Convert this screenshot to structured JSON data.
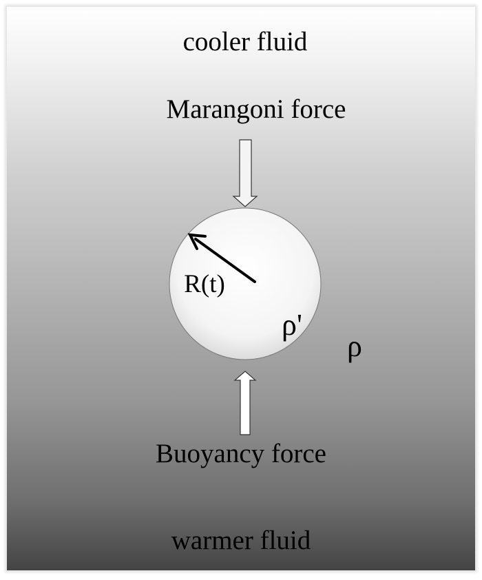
{
  "diagram": {
    "top_label": "cooler fluid",
    "bottom_label": "warmer fluid",
    "marangoni_label": "Marangoni force",
    "buoyancy_label": "Buoyancy force",
    "radius_label": "R(t)",
    "inner_density_label": "ρ'",
    "outer_density_label": "ρ",
    "colors": {
      "gradient_top": "#ffffff",
      "gradient_bottom": "#444444",
      "bubble_fill": "#fafafa",
      "text": "#000000"
    }
  }
}
